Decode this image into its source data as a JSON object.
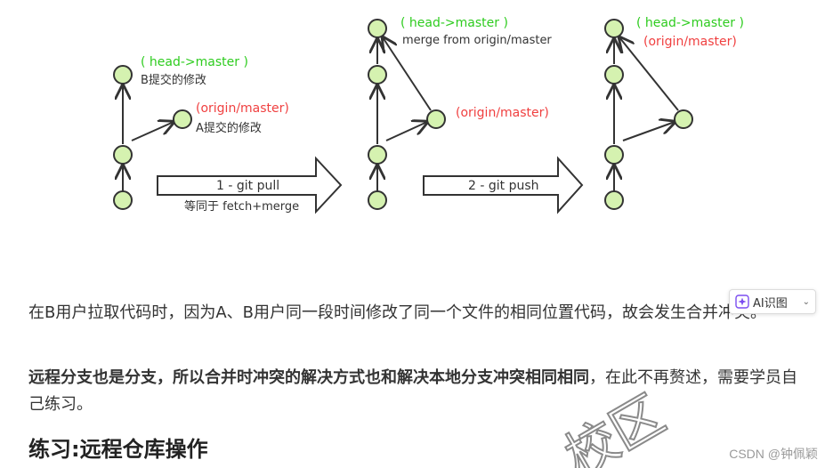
{
  "diagram": {
    "panel1": {
      "head_label": "( head->master )",
      "b_commit_label": "B提交的修改",
      "origin_label": "(origin/master)",
      "a_commit_label": "A提交的修改"
    },
    "arrow1": {
      "label": "1 - git pull",
      "sublabel": "等同于 fetch+merge"
    },
    "panel2": {
      "head_label": "( head->master )",
      "merge_label": "merge from origin/master",
      "origin_label": "(origin/master)"
    },
    "arrow2": {
      "label": "2 - git push"
    },
    "panel3": {
      "head_label": "( head->master )",
      "origin_label": "(origin/master)"
    },
    "colors": {
      "node_fill": "#d5f2b0",
      "node_stroke": "#333333",
      "head_green": "#2ecc1f",
      "origin_red": "#f04040"
    }
  },
  "para1": {
    "text": "在B用户拉取代码时，因为A、B用户同一段时间修改了同一个文件的相同位置代码，故会发生合并冲突。"
  },
  "para2": {
    "bold": "远程分支也是分支，所以合并时冲突的解决方式也和解决本地分支冲突相同相同",
    "rest": "，在此不再赘述，需要学员自己练习。"
  },
  "heading": "练习:远程仓库操作",
  "ai_button": {
    "label": "AI识图",
    "icon": "sparkle-icon"
  },
  "watermark": "CSDN @钟佩颖",
  "stamp_text": "校区"
}
